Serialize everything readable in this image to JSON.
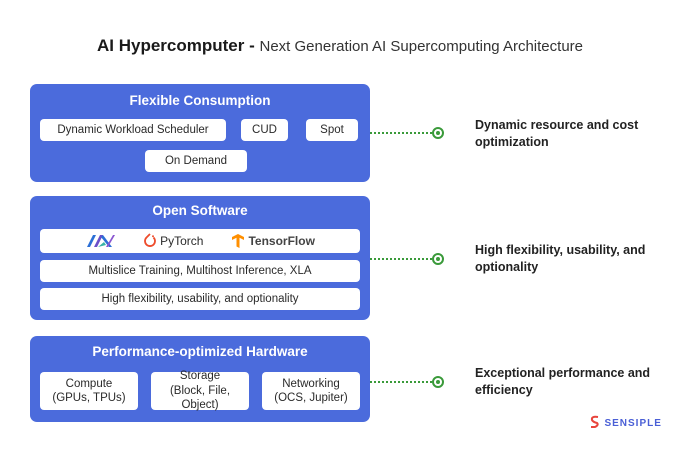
{
  "title": {
    "main": "AI Hypercomputer -",
    "subtitle": "Next Generation AI Supercomputing Architecture"
  },
  "colors": {
    "panel": "#4b6bdc",
    "connector": "#3a9a3a"
  },
  "layers": [
    {
      "title": "Flexible Consumption",
      "items": [
        "Dynamic Workload Scheduler",
        "CUD",
        "Spot",
        "On Demand"
      ],
      "benefit": "Dynamic resource and cost optimization"
    },
    {
      "title": "Open Software",
      "frameworks": [
        "PyTorch",
        "TensorFlow"
      ],
      "framework_icons": [
        "jax-logo-icon",
        "pytorch-logo-icon",
        "tensorflow-logo-icon"
      ],
      "items": [
        "Multislice Training, Multihost Inference, XLA",
        "High flexibility, usability, and optionality"
      ],
      "benefit": "High flexibility, usability, and optionality"
    },
    {
      "title": "Performance-optimized Hardware",
      "items": [
        "Compute\n(GPUs, TPUs)",
        "Storage\n(Block, File, Object)",
        "Networking\n(OCS, Jupiter)"
      ],
      "benefit": "Exceptional performance and efficiency"
    }
  ],
  "brand": {
    "name": "SENSIPLE"
  }
}
